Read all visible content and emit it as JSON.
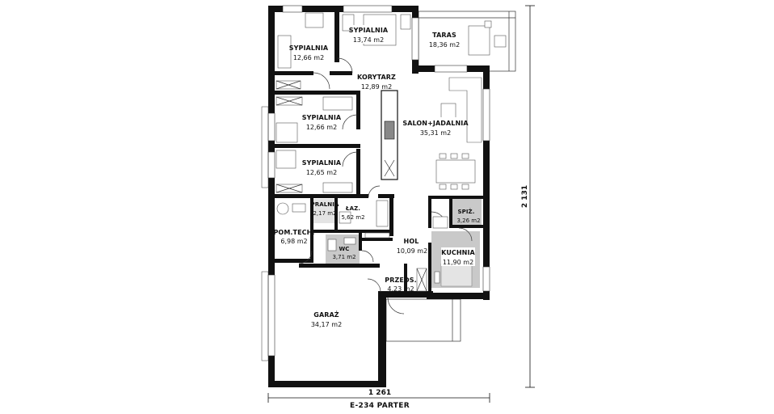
{
  "plan": {
    "title": "E-234 PARTER",
    "dim_width": "1 261",
    "dim_height": "2 131"
  },
  "rooms": {
    "sypialnia_1": {
      "name": "SYPIALNIA",
      "area": "12,66 m2"
    },
    "sypialnia_2": {
      "name": "SYPIALNIA",
      "area": "13,74 m2"
    },
    "taras": {
      "name": "TARAS",
      "area": "18,36 m2"
    },
    "korytarz": {
      "name": "KORYTARZ",
      "area": "12,89 m2"
    },
    "sypialnia_3": {
      "name": "SYPIALNIA",
      "area": "12,66 m2"
    },
    "salon": {
      "name": "SALON+JADALNIA",
      "area": "35,31 m2"
    },
    "sypialnia_4": {
      "name": "SYPIALNIA",
      "area": "12,65 m2"
    },
    "pralnia": {
      "name": "PRALNIA",
      "area": "2,17 m2"
    },
    "lazienka": {
      "name": "ŁAZ.",
      "area": "5,62 m2"
    },
    "spizarnia": {
      "name": "SPIŻ.",
      "area": "3,26 m2"
    },
    "pom_tech": {
      "name": "POM.TECH.",
      "area": "6,98 m2"
    },
    "wc": {
      "name": "WC",
      "area": "3,71 m2"
    },
    "hol": {
      "name": "HOL",
      "area": "10,09 m2"
    },
    "kuchnia": {
      "name": "KUCHNIA",
      "area": "11,90 m2"
    },
    "przedsionek": {
      "name": "PRZEDS.",
      "area": "4,23 m2"
    },
    "garaz": {
      "name": "GARAŻ",
      "area": "34,17 m2"
    }
  }
}
